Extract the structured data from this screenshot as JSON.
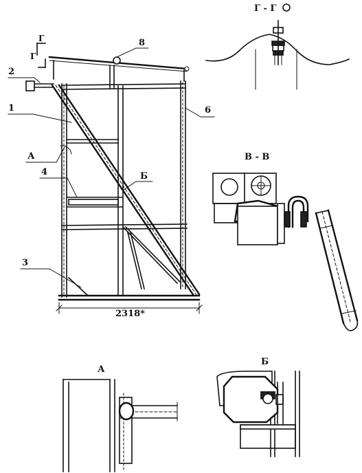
{
  "labels": {
    "callout_1": "1",
    "callout_2": "2",
    "callout_3": "3",
    "callout_4": "4",
    "callout_6": "6",
    "callout_8": "8",
    "callout_a": "А",
    "callout_b": "Б",
    "section_g_left_top": "Г",
    "section_g_left_bottom": "Г",
    "dimension_width": "2318*"
  },
  "views": {
    "view_gg_title": "Г - Г",
    "view_vv_title": "В - В",
    "view_a_title": "А",
    "view_b_title": "Б"
  }
}
